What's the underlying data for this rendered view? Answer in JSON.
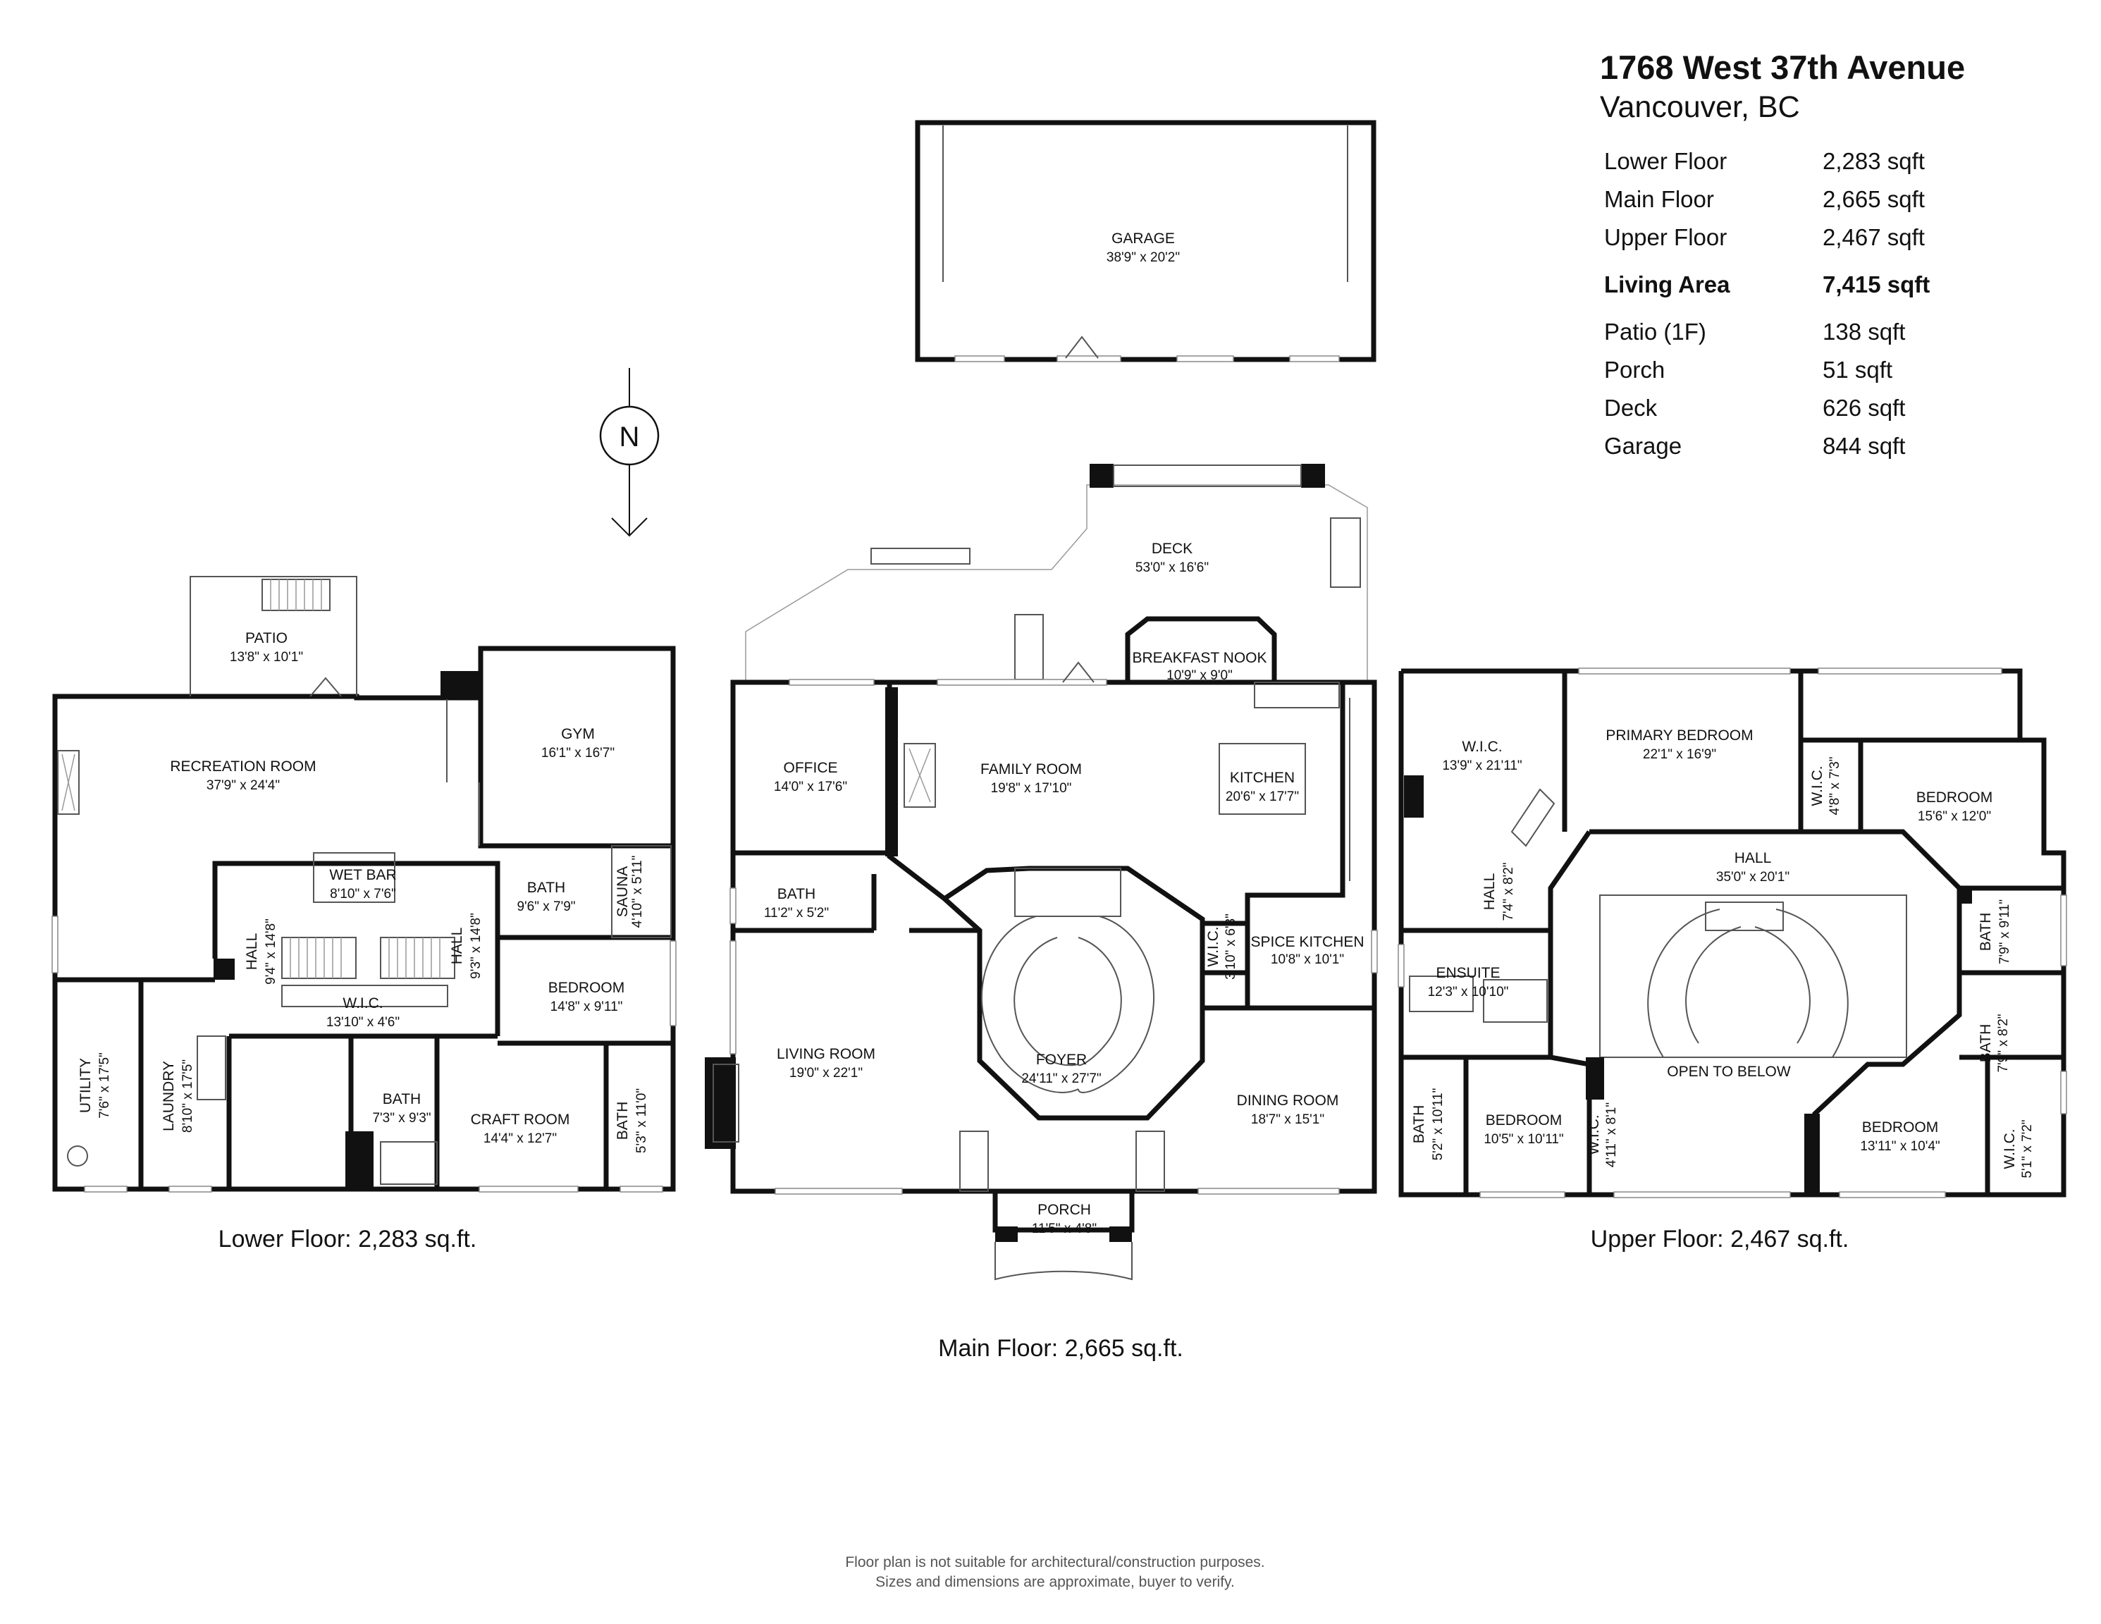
{
  "summary": {
    "address_line1": "1768 West 37th Avenue",
    "address_line2": "Vancouver, BC",
    "areas": [
      {
        "label": "Lower Floor",
        "value": "2,283 sqft",
        "emphasis": false
      },
      {
        "label": "Main Floor",
        "value": "2,665 sqft",
        "emphasis": false
      },
      {
        "label": "Upper Floor",
        "value": "2,467 sqft",
        "emphasis": false
      },
      {
        "label": "Living Area",
        "value": "7,415 sqft",
        "emphasis": true
      },
      {
        "label": "Patio (1F)",
        "value": "138 sqft",
        "emphasis": false
      },
      {
        "label": "Porch",
        "value": "51 sqft",
        "emphasis": false
      },
      {
        "label": "Deck",
        "value": "626 sqft",
        "emphasis": false
      },
      {
        "label": "Garage",
        "value": "844 sqft",
        "emphasis": false
      }
    ]
  },
  "compass": {
    "letter": "N"
  },
  "floors": {
    "lower": {
      "label": "Lower Floor: 2,283 sq.ft."
    },
    "main": {
      "label": "Main Floor: 2,665 sq.ft."
    },
    "upper": {
      "label": "Upper Floor: 2,467 sq.ft."
    }
  },
  "rooms": {
    "garage": {
      "name": "GARAGE",
      "dim": "38'9\" x 20'2\""
    },
    "patio": {
      "name": "PATIO",
      "dim": "13'8\" x 10'1\""
    },
    "recreation_room": {
      "name": "RECREATION ROOM",
      "dim": "37'9\" x 24'4\""
    },
    "gym": {
      "name": "GYM",
      "dim": "16'1\" x 16'7\""
    },
    "wet_bar": {
      "name": "WET BAR",
      "dim": "8'10\" x 7'6\""
    },
    "hall_lower_1": {
      "name": "HALL",
      "dim": "9'4\" x 14'8\""
    },
    "hall_lower_2": {
      "name": "HALL",
      "dim": "9'3\" x 14'8\""
    },
    "bath_lower_1": {
      "name": "BATH",
      "dim": "9'6\" x 7'9\""
    },
    "sauna": {
      "name": "SAUNA",
      "dim": "4'10\" x 5'11\""
    },
    "wic_lower": {
      "name": "W.I.C.",
      "dim": "13'10\" x 4'6\""
    },
    "bedroom_lower": {
      "name": "BEDROOM",
      "dim": "14'8\" x 9'11\""
    },
    "utility": {
      "name": "UTILITY",
      "dim": "7'6\" x 17'5\""
    },
    "laundry": {
      "name": "LAUNDRY",
      "dim": "8'10\" x 17'5\""
    },
    "bath_lower_2": {
      "name": "BATH",
      "dim": "7'3\" x 9'3\""
    },
    "craft_room": {
      "name": "CRAFT ROOM",
      "dim": "14'4\" x 12'7\""
    },
    "bath_lower_3": {
      "name": "BATH",
      "dim": "5'3\" x 11'0\""
    },
    "deck": {
      "name": "DECK",
      "dim": "53'0\" x 16'6\""
    },
    "breakfast_nook": {
      "name": "BREAKFAST NOOK",
      "dim": "10'9\" x 9'0\""
    },
    "office": {
      "name": "OFFICE",
      "dim": "14'0\" x 17'6\""
    },
    "family_room": {
      "name": "FAMILY ROOM",
      "dim": "19'8\" x 17'10\""
    },
    "kitchen": {
      "name": "KITCHEN",
      "dim": "20'6\" x 17'7\""
    },
    "bath_main": {
      "name": "BATH",
      "dim": "11'2\" x 5'2\""
    },
    "wic_main": {
      "name": "W.I.C.",
      "dim": "3'10\" x 6'3\""
    },
    "spice_kitchen": {
      "name": "SPICE KITCHEN",
      "dim": "10'8\" x 10'1\""
    },
    "living_room": {
      "name": "LIVING ROOM",
      "dim": "19'0\" x 22'1\""
    },
    "foyer": {
      "name": "FOYER",
      "dim": "24'11\" x 27'7\""
    },
    "dining_room": {
      "name": "DINING ROOM",
      "dim": "18'7\" x 15'1\""
    },
    "porch": {
      "name": "PORCH",
      "dim": "11'5\" x 4'8\""
    },
    "wic_upper_1": {
      "name": "W.I.C.",
      "dim": "13'9\" x 21'11\""
    },
    "primary_bedroom": {
      "name": "PRIMARY BEDROOM",
      "dim": "22'1\" x 16'9\""
    },
    "wic_upper_2": {
      "name": "W.I.C.",
      "dim": "4'8\" x 7'3\""
    },
    "bedroom_upper_1": {
      "name": "BEDROOM",
      "dim": "15'6\" x 12'0\""
    },
    "hall_upper_1": {
      "name": "HALL",
      "dim": "35'0\" x 20'1\""
    },
    "hall_upper_2": {
      "name": "HALL",
      "dim": "7'4\" x 8'2\""
    },
    "ensuite": {
      "name": "ENSUITE",
      "dim": "12'3\" x 10'10\""
    },
    "bath_upper_1": {
      "name": "BATH",
      "dim": "7'9\" x 9'11\""
    },
    "bath_upper_2": {
      "name": "BATH",
      "dim": "7'9\" x 8'2\""
    },
    "open_to_below": {
      "name": "OPEN TO BELOW"
    },
    "bath_upper_3": {
      "name": "BATH",
      "dim": "5'2\" x 10'11\""
    },
    "bedroom_upper_2": {
      "name": "BEDROOM",
      "dim": "10'5\" x 10'11\""
    },
    "wic_upper_3": {
      "name": "W.I.C.",
      "dim": "4'11\" x 8'1\""
    },
    "bedroom_upper_3": {
      "name": "BEDROOM",
      "dim": "13'11\" x 10'4\""
    },
    "wic_upper_4": {
      "name": "W.I.C.",
      "dim": "5'1\" x 7'2\""
    }
  },
  "disclaimer": {
    "line1": "Floor plan is not suitable for architectural/construction purposes.",
    "line2": "Sizes and dimensions are approximate, buyer to verify."
  }
}
